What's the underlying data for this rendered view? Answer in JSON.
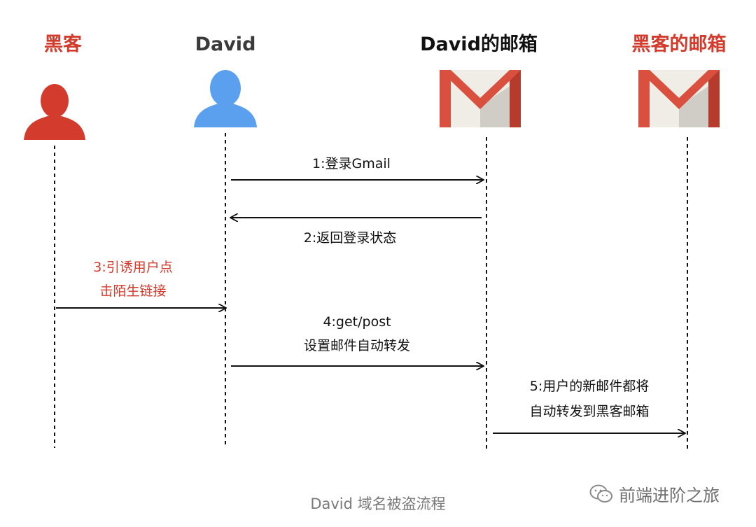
{
  "actors": [
    {
      "id": "hacker",
      "label": "黑客",
      "icon": "hacker-person-icon",
      "color": "#d33b2c"
    },
    {
      "id": "david",
      "label": "David",
      "icon": "user-person-icon",
      "color": "#3a3a3a"
    },
    {
      "id": "david-mail",
      "label": "David的邮箱",
      "icon": "gmail-envelope-icon",
      "color": "#111111"
    },
    {
      "id": "hacker-mail",
      "label": "黑客的邮箱",
      "icon": "gmail-envelope-icon",
      "color": "#d33b2c"
    }
  ],
  "messages": [
    {
      "step": "1",
      "from": "david",
      "to": "david-mail",
      "lines": [
        "1:登录Gmail"
      ],
      "color": "#111111"
    },
    {
      "step": "2",
      "from": "david-mail",
      "to": "david",
      "lines": [
        "2:返回登录状态"
      ],
      "color": "#111111"
    },
    {
      "step": "3",
      "from": "hacker",
      "to": "david",
      "lines": [
        "3:引诱用户点",
        "击陌生链接"
      ],
      "color": "#d33b2c"
    },
    {
      "step": "4",
      "from": "david",
      "to": "david-mail",
      "lines": [
        "4:get/post",
        "设置邮件自动转发"
      ],
      "color": "#111111"
    },
    {
      "step": "5",
      "from": "david-mail",
      "to": "hacker-mail",
      "lines": [
        "5:用户的新邮件都将",
        "自动转发到黑客邮箱"
      ],
      "color": "#111111"
    }
  ],
  "caption": "David 域名被盗流程",
  "watermark": {
    "text": "前端进阶之旅",
    "icon": "wechat-icon"
  },
  "colors": {
    "hacker_red": "#d33b2c",
    "user_blue": "#5aa0ee",
    "gmail_red": "#d9503f",
    "envelope_paper": "#efede6"
  }
}
